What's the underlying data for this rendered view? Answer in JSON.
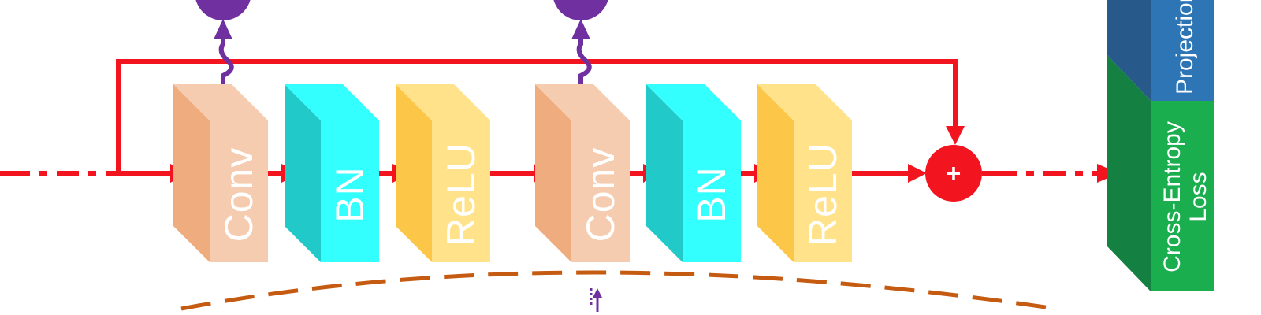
{
  "colors": {
    "residual": "#f2141e",
    "purple": "#7030a0",
    "dashed_orange": "#c55a11",
    "conv_front": "#f5ccb0",
    "conv_side": "#ef ad7f",
    "bn_front": "#33ffff",
    "bn_side": "#22c9c9",
    "relu_front": "#ffe28a",
    "relu_side": "#fcc748",
    "projection_front": "#2e75b6",
    "projection_side": "#27598a",
    "ce_front": "#1aae4f",
    "ce_side": "#148041"
  },
  "blocks": [
    {
      "label": "Conv",
      "kind": "conv"
    },
    {
      "label": "BN",
      "kind": "bn"
    },
    {
      "label": "ReLU",
      "kind": "relu"
    },
    {
      "label": "Conv",
      "kind": "conv"
    },
    {
      "label": "BN",
      "kind": "bn"
    },
    {
      "label": "ReLU",
      "kind": "relu"
    }
  ],
  "sum_node": {
    "label": "+"
  },
  "heads": {
    "projection": {
      "label": "Projection"
    },
    "cross_entropy": {
      "line1": "Cross-Entropy",
      "line2": "Loss"
    }
  }
}
